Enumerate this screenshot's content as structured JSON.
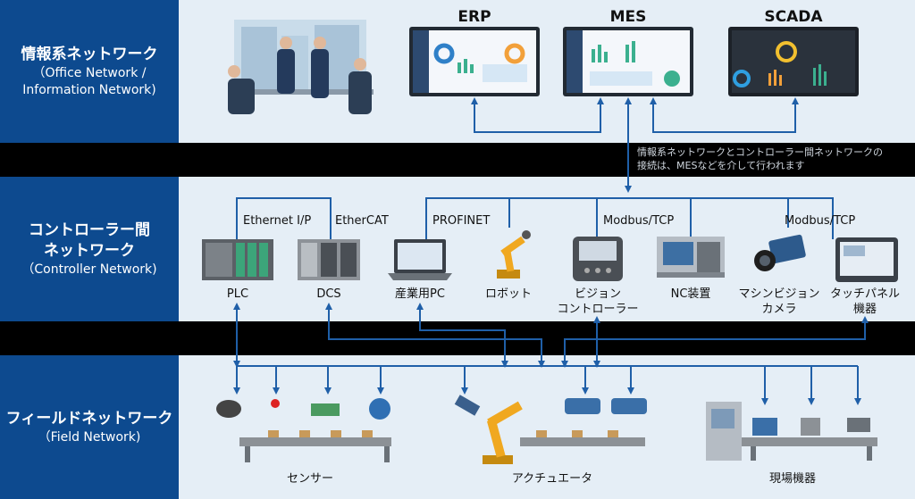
{
  "bands": {
    "info": {
      "title_jp": "情報系ネットワーク",
      "title_en_1": "（Office Network /",
      "title_en_2": "Information Network)"
    },
    "controller": {
      "title_jp_1": "コントローラー間",
      "title_jp_2": "ネットワーク",
      "title_en": "（Controller Network)"
    },
    "field": {
      "title_jp": "フィールドネットワーク",
      "title_en": "（Field Network)"
    }
  },
  "systems": [
    "ERP",
    "MES",
    "SCADA"
  ],
  "separator_note": {
    "line1": "情報系ネットワークとコントローラー間ネットワークの",
    "line2": "接続は、MESなどを介して行われます"
  },
  "protocols": [
    "Ethernet I/P",
    "EtherCAT",
    "PROFINET",
    "Modbus/TCP",
    "Modbus/TCP"
  ],
  "devices": {
    "plc": "PLC",
    "dcs": "DCS",
    "industrial_pc": "産業用PC",
    "robot": "ロボット",
    "vision_1": "ビジョン",
    "vision_2": "コントローラー",
    "nc": "NC装置",
    "camera_1": "マシンビジョン",
    "camera_2": "カメラ",
    "touch_1": "タッチパネル",
    "touch_2": "機器"
  },
  "field_groups": [
    "センサー",
    "アクチュエータ",
    "現場機器"
  ],
  "colors": {
    "band_bg": "#e5eef6",
    "label_bg": "#0d4a8f",
    "line": "#1f5fa8",
    "separator": "#000000"
  }
}
